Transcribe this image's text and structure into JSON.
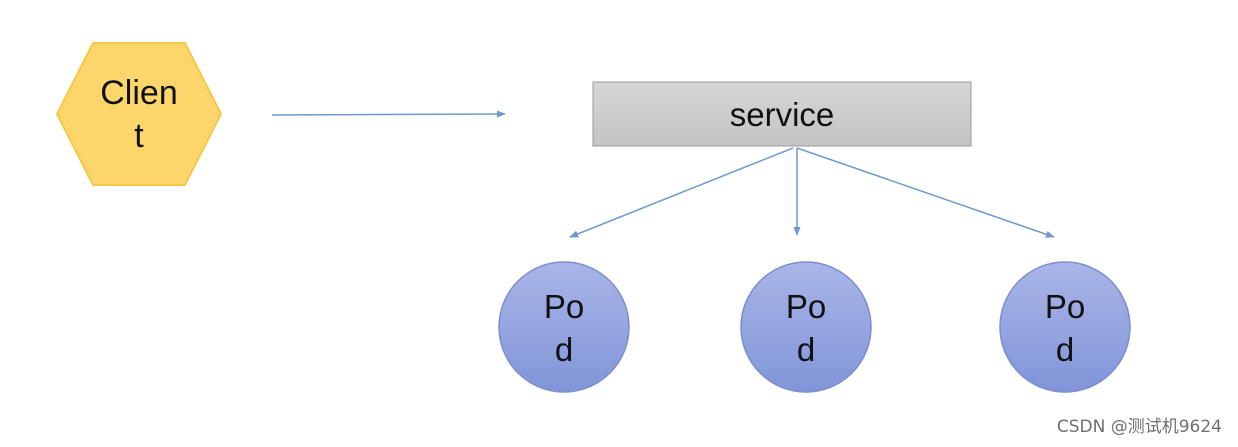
{
  "client": {
    "line1": "Clien",
    "line2": "t",
    "fill": "#FCD56B",
    "stroke": "#F5C84C"
  },
  "service": {
    "label": "service",
    "fill": "#CFCFCF",
    "stroke": "#9A9A9A"
  },
  "pods": [
    {
      "line1": "Po",
      "line2": "d"
    },
    {
      "line1": "Po",
      "line2": "d"
    },
    {
      "line1": "Po",
      "line2": "d"
    }
  ],
  "colors": {
    "arrow": "#6F99CC",
    "pod_fill_top": "#AAB5E8",
    "pod_fill_bottom": "#8095D8",
    "pod_stroke": "#7C8ED0"
  },
  "watermark": "CSDN @测试机9624"
}
